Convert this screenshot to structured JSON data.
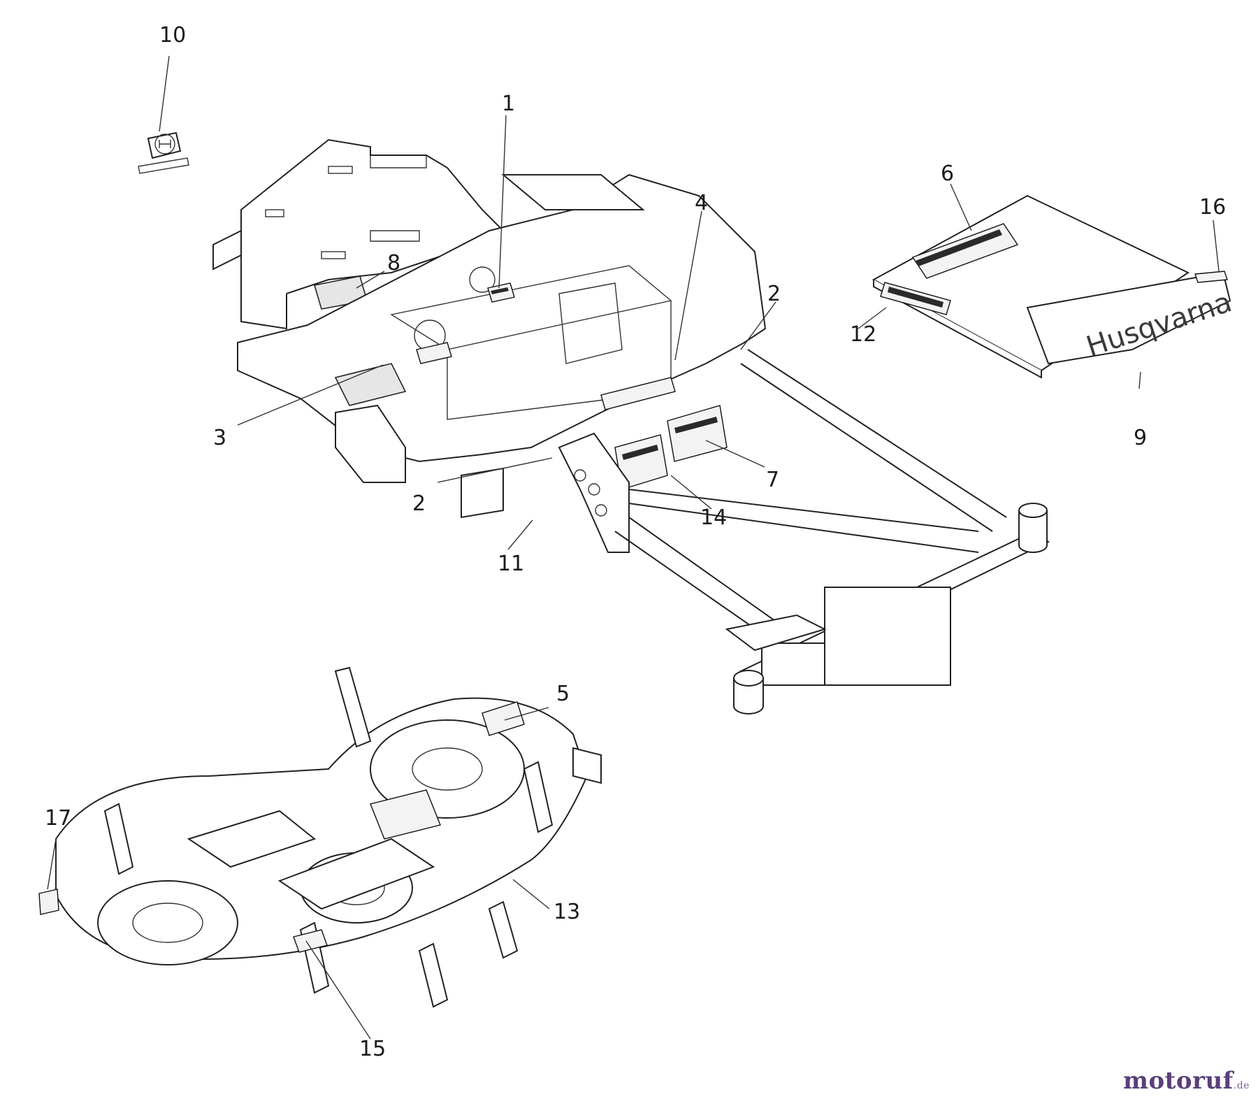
{
  "diagram": {
    "part_labels": [
      "1",
      "2",
      "2",
      "3",
      "4",
      "5",
      "6",
      "7",
      "8",
      "9",
      "10",
      "11",
      "12",
      "13",
      "14",
      "15",
      "16",
      "17"
    ],
    "brand_decal_text": "Husqvarna",
    "watermark": {
      "main": "motoruf",
      "suffix": ".de"
    }
  }
}
